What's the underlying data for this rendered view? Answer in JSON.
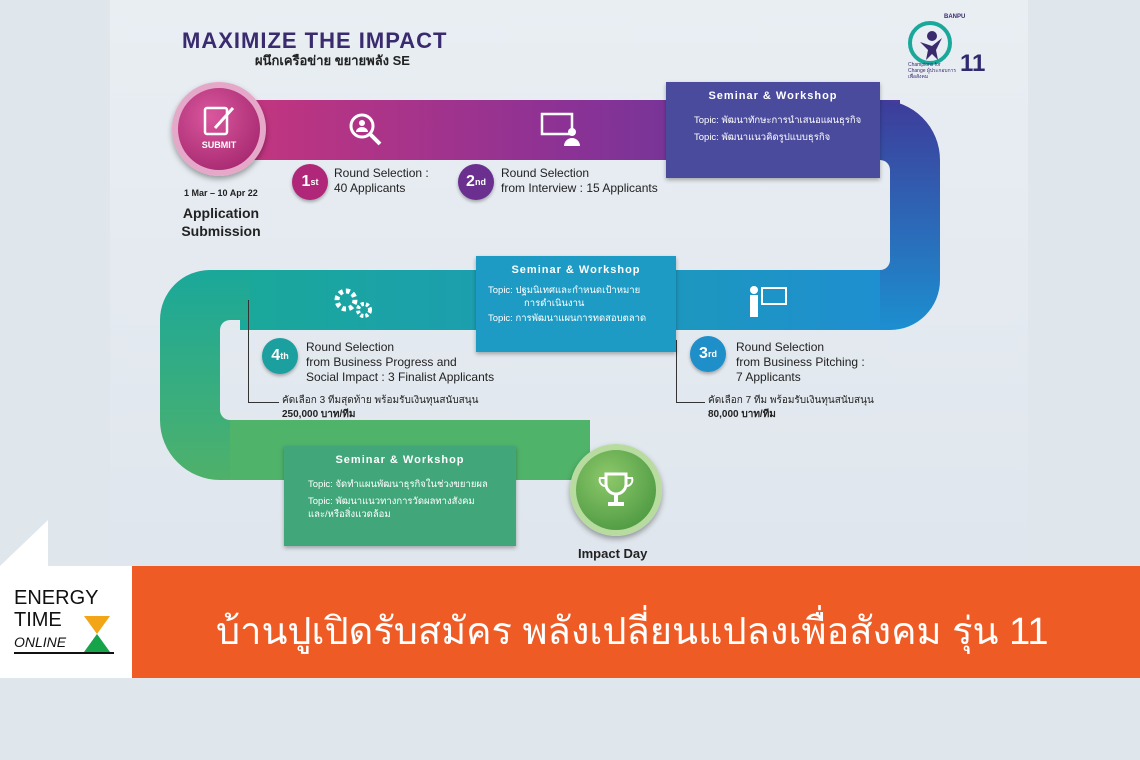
{
  "header": {
    "title": "MAXIMIZE THE IMPACT",
    "subtitle": "ผนึกเครือข่าย ขยายพลัง SE"
  },
  "logo": {
    "org": "BANPU",
    "number": "11",
    "caption": "Champions for Change ผู้ประกอบการเพื่อสังคม"
  },
  "submit": {
    "label": "SUBMIT",
    "date": "1 Mar – 10 Apr 22",
    "title": "Application Submission"
  },
  "rounds": [
    {
      "badge": "1",
      "suffix": "st",
      "text1": "Round Selection :",
      "text2": "40 Applicants",
      "color": "#b0277a"
    },
    {
      "badge": "2",
      "suffix": "nd",
      "text1": "Round Selection",
      "text2": "from Interview : 15 Applicants",
      "color": "#6a2f8f"
    },
    {
      "badge": "3",
      "suffix": "rd",
      "text1": "Round Selection",
      "text2": "from Business Pitching :",
      "text3": "7 Applicants",
      "color": "#1e8fc9"
    },
    {
      "badge": "4",
      "suffix": "th",
      "text1": "Round Selection",
      "text2": "from Business Progress and",
      "text3": "Social Impact : 3 Finalist Applicants",
      "color": "#1c9f9f"
    }
  ],
  "workshops": [
    {
      "title": "Seminar & Workshop",
      "topic_label": "Topic:",
      "topic1": "พัฒนาทักษะการนำเสนอแผนธุรกิจ",
      "topic2": "พัฒนาแนวคิดรูปแบบธุรกิจ"
    },
    {
      "title": "Seminar & Workshop",
      "topic_label": "Topic:",
      "topic1": "ปฐมนิเทศและกำหนดเป้าหมาย",
      "topic1b": "การดำเนินงาน",
      "topic2": "การพัฒนาแผนการทดสอบตลาด"
    },
    {
      "title": "Seminar & Workshop",
      "topic_label": "Topic:",
      "topic1": "จัดทำแผนพัฒนาธุรกิจในช่วงขยายผล",
      "topic2": "พัฒนาแนวทางการวัดผลทางสังคม",
      "topic2b": "และ/หรือสิ่งแวดล้อม"
    }
  ],
  "notes": {
    "round3_line1": "คัดเลือก 7 ทีม พร้อมรับเงินทุนสนับสนุน",
    "round3_line2": "80,000 บาท/ทีม",
    "round4_line1": "คัดเลือก 3 ทีมสุดท้าย พร้อมรับเงินทุนสนับสนุน",
    "round4_line2": "250,000 บาท/ทีม"
  },
  "impact": {
    "label": "Impact Day"
  },
  "brand": {
    "line1": "ENERGY",
    "line2": "TIME",
    "line3": "ONLINE"
  },
  "banner": {
    "text": "บ้านปูเปิดรับสมัคร พลังเปลี่ยนแปลงเพื่อสังคม รุ่น 11",
    "color": "#ef5b25"
  }
}
